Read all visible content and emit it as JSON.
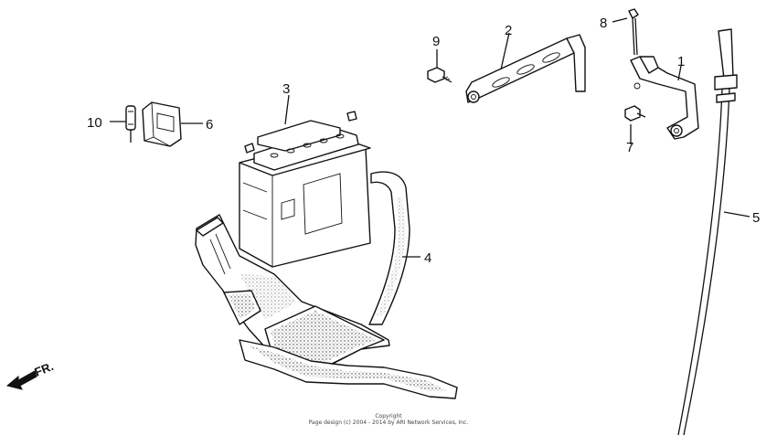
{
  "diagram": {
    "callouts": [
      {
        "id": "1",
        "label": "1"
      },
      {
        "id": "2",
        "label": "2"
      },
      {
        "id": "3",
        "label": "3"
      },
      {
        "id": "4",
        "label": "4"
      },
      {
        "id": "5",
        "label": "5"
      },
      {
        "id": "6",
        "label": "6"
      },
      {
        "id": "7",
        "label": "7"
      },
      {
        "id": "8",
        "label": "8"
      },
      {
        "id": "9",
        "label": "9"
      },
      {
        "id": "10",
        "label": "10"
      }
    ],
    "direction_label": "FR.",
    "copyright_line1": "Copyright",
    "copyright_line2": "Page design (c) 2004 - 2014 by ARI Network Services, Inc."
  }
}
